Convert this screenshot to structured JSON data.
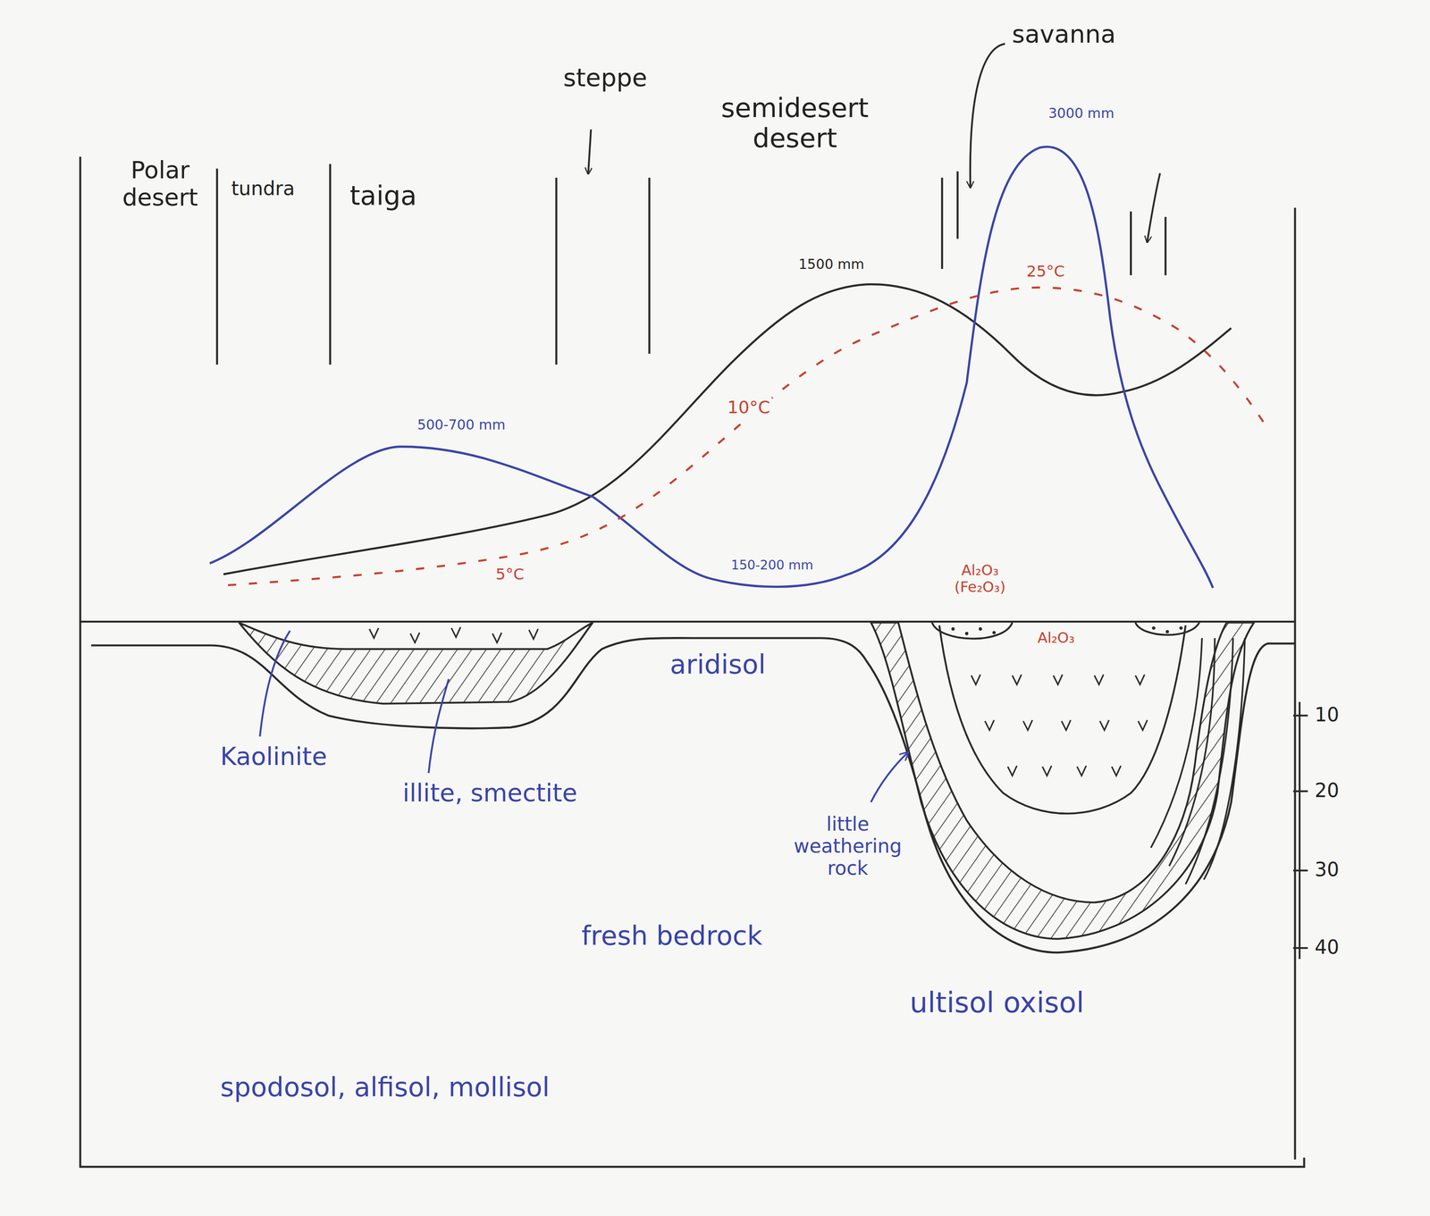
{
  "diagram": {
    "labels": [
      "Polar desert",
      "tundra",
      "taiga",
      "steppe",
      "semidesert desert",
      "savanna",
      "3000 mm",
      "1500 mm",
      "25°C",
      "10°C",
      "500-700 mm",
      "5°C",
      "150-200 mm",
      "Al₂O₃ (Fe₂O₃)",
      "Al₂O₃",
      "aridisol",
      "Kaolinite",
      "illite, smectite",
      "little weathering rock",
      "fresh bedrock",
      "ultisol oxisol",
      "spodosol, alfisol, mollisol",
      "10",
      "20",
      "30",
      "40"
    ]
  }
}
